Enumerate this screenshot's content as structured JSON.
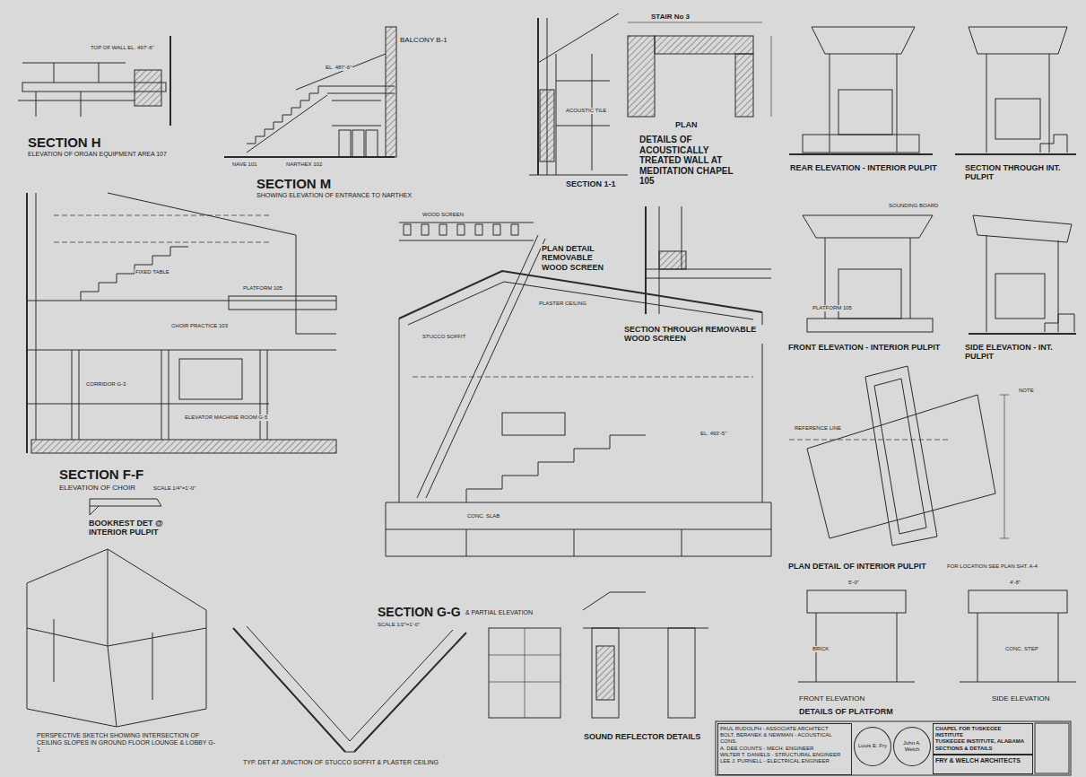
{
  "diagram": {
    "nodes": [
      {
        "text": [
          "PAUL RUDOLPH - ASSOCIATE ARCHITECT",
          "BOLT, BERANEK & NEWMAN - ACOUSTICAL CONS.",
          "A. DEE COUNTS - MECH. ENGINEER",
          "WILTER T. DANIELS - STRUCTURAL ENGINEER",
          "LEE J. PURNELL - ELECTRICAL ENGINEER"
        ]
      },
      {
        "text": [
          "Louis E. Fry"
        ]
      },
      {
        "text": [
          "John A. Welch"
        ]
      },
      {
        "text": [
          "CHAPEL FOR TUSKEGEE INSTITUTE",
          "TUSKEGEE INSTITUTE, ALABAMA",
          "SECTIONS & DETAILS"
        ]
      },
      {
        "text": [
          "FRY & WELCH ARCHITECTS"
        ]
      }
    ],
    "labels": [
      "SECTION H",
      "ELEVATION OF ORGAN EQUIPMENT AREA 107",
      "TOP OF WALL EL. 497'-6\"",
      "SECTION M",
      "SHOWING ELEVATION OF ENTRANCE TO NARTHEX",
      "BALCONY B-1",
      "NARTHEX 102",
      "NAVE 101",
      "STAIR No 3",
      "DETAILS OF ACOUSTICALLY TREATED WALL AT MEDITATION CHAPEL 105",
      "SECTION 1-1",
      "PLAN",
      "REAR ELEVATION - INTERIOR PULPIT",
      "SECTION THROUGH INT. PULPIT",
      "SECTION F-F",
      "ELEVATION OF CHOIR",
      "CHOIR PRACTICE 103",
      "CORRIDOR G-3",
      "ELEVATOR MACHINE ROOM G-5",
      "PLATFORM 105",
      "PLAN DETAIL REMOVABLE WOOD SCREEN",
      "SECTION THROUGH REMOVABLE WOOD SCREEN",
      "FRONT ELEVATION - INTERIOR PULPIT",
      "SIDE ELEVATION - INT. PULPIT",
      "PLATFORM 105",
      "PLAN DETAIL OF INTERIOR PULPIT",
      "FOR LOCATION SEE PLAN SHT. A-4",
      "BOOKREST DET @ INTERIOR PULPIT",
      "SECTION G-G",
      "& PARTIAL ELEVATION",
      "PERSPECTIVE SKETCH SHOWING INTERSECTION OF CEILING SLOPES IN GROUND FLOOR LOUNGE & LOBBY G-1",
      "TYP. DET AT JUNCTION OF STUCCO SOFFIT & PLASTER CEILING",
      "SOUND REFLECTOR DETAILS",
      "FRONT ELEVATION",
      "SIDE ELEVATION",
      "DETAILS OF PLATFORM",
      "EL. 487'-6\"",
      "EL. 493'-5\"",
      "5'-0\"",
      "4'-8\"",
      "SCALE 1/2\"=1'-0\"",
      "SCALE 1/4\"=1'-0\"",
      "NOTE",
      "REFERENCE LINE",
      "PLASTER CEILING",
      "STUCCO SOFFIT",
      "WOOD SCREEN",
      "FIXED TABLE",
      "ACOUSTIC TILE",
      "CONC. SLAB",
      "SOUNDING BOARD",
      "BRICK",
      "CONC. STEP"
    ]
  }
}
